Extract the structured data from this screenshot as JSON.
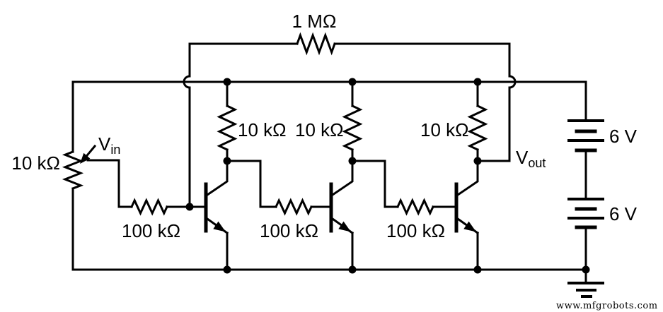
{
  "colors": {
    "background": "#ffffff",
    "ink": "#000000"
  },
  "schematic": {
    "description": "Three-stage direct-coupled transistor amplifier with 1 MΩ feedback",
    "feedback_resistor": "1 MΩ",
    "input_potentiometer": "10 kΩ",
    "v_in": {
      "main": "V",
      "sub": "in"
    },
    "v_out": {
      "main": "V",
      "sub": "out"
    },
    "collector_resistors": [
      "10 kΩ",
      "10 kΩ",
      "10 kΩ"
    ],
    "base_resistors": [
      "100 kΩ",
      "100 kΩ",
      "100 kΩ"
    ],
    "batteries": [
      "6 V",
      "6 V"
    ],
    "watermark": "www.mfgrobots.com"
  }
}
